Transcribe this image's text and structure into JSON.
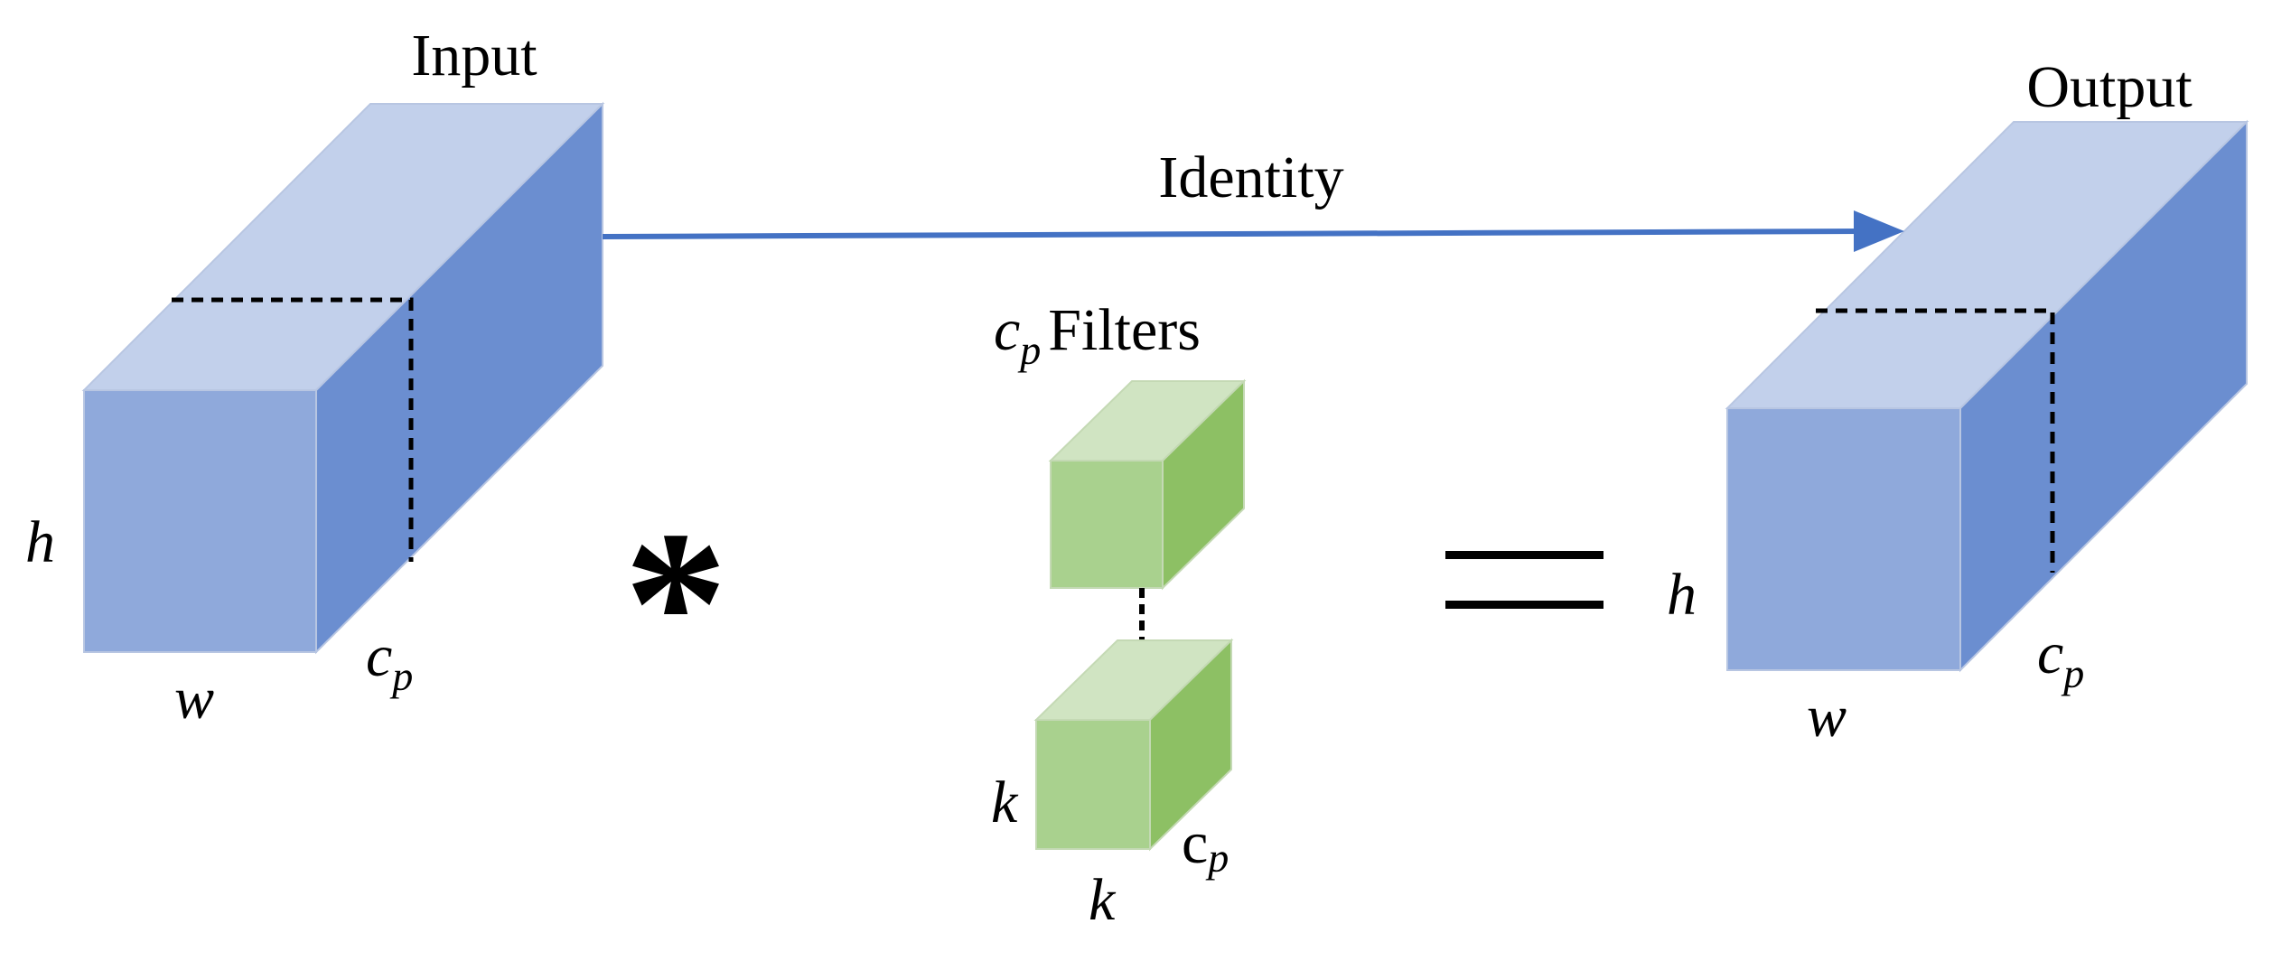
{
  "labels": {
    "input": "Input",
    "output": "Output",
    "identity": "Identity",
    "filters_prefix": "c",
    "filters_sub": "p",
    "filters_word": "Filters",
    "h": "h",
    "w": "w",
    "c": "c",
    "p": "p",
    "k": "k",
    "convolution_operator": "*",
    "equals_operator": "="
  },
  "colors": {
    "tensor_front": "#8FA9DB",
    "tensor_top": "#C2D0EB",
    "tensor_side": "#6B8ED0",
    "filter_front": "#A9D18E",
    "filter_top": "#D0E4C2",
    "filter_side": "#8DC064",
    "arrow": "#4472C4"
  }
}
